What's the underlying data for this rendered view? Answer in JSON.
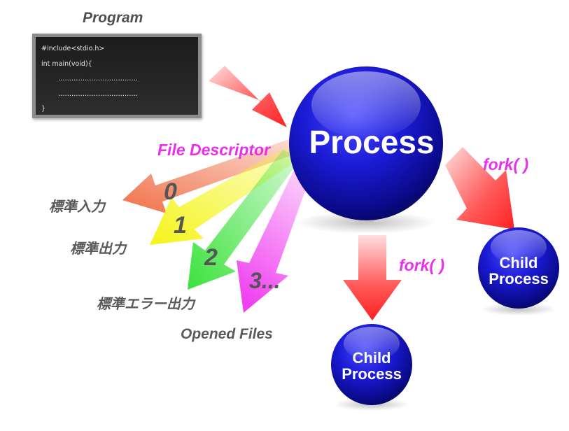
{
  "program": {
    "title": "Program",
    "code_lines": [
      "#include<stdio.h>",
      "int main(void){",
      "………………………………",
      "………………………………",
      "}"
    ]
  },
  "process": {
    "label": "Process"
  },
  "file_descriptor": {
    "title": "File Descriptor",
    "descriptors": [
      {
        "number": "0",
        "stream": "標準入力"
      },
      {
        "number": "1",
        "stream": "標準出力"
      },
      {
        "number": "2",
        "stream": "標準エラー出力"
      },
      {
        "number": "3...",
        "stream": "Opened Files"
      }
    ]
  },
  "children": [
    {
      "fork_label": "fork( )",
      "label_line1": "Child",
      "label_line2": "Process"
    },
    {
      "fork_label": "fork( )",
      "label_line1": "Child",
      "label_line2": "Process"
    }
  ],
  "colors": {
    "process_sphere": "#1b1bd6",
    "fork_label": "#e830e8",
    "arrow_red": "#ff3030",
    "fd0": "#f07048",
    "fd1": "#f4f41a",
    "fd2": "#3be23b",
    "fd3": "#f040f0",
    "label_gray": "#5a5a5a"
  }
}
